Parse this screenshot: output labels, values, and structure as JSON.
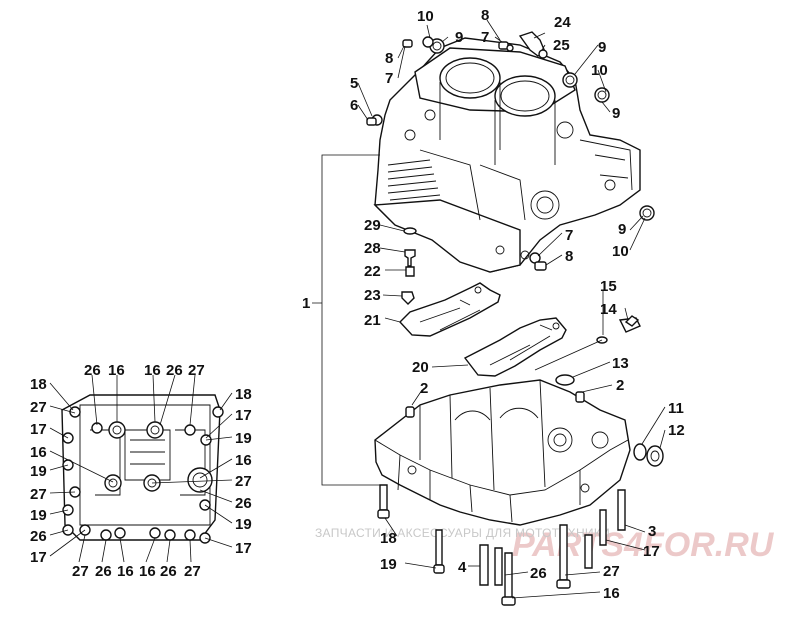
{
  "diagram": {
    "watermark": {
      "caption": "ЗАПЧАСТИ И АКСЕССУАРЫ ДЛЯ МОТОТЕХНИКИ",
      "brand": "PARTS4FOR.RU"
    },
    "callouts": {
      "c10a": "10",
      "c8a": "8",
      "c24": "24",
      "c9a": "9",
      "c7a": "7",
      "c25": "25",
      "c8b": "8",
      "c7b": "7",
      "c9b": "9",
      "c10b": "10",
      "c5": "5",
      "c6": "6",
      "c9c": "9",
      "c9d": "9",
      "c10c": "10",
      "c29": "29",
      "c7c": "7",
      "c28": "28",
      "c8c": "8",
      "c22": "22",
      "c23": "23",
      "c15": "15",
      "c14": "14",
      "c1": "1",
      "c21": "21",
      "c20": "20",
      "c13": "13",
      "c2a": "2",
      "c2b": "2",
      "c11": "11",
      "c12": "12",
      "c18a": "18",
      "c19a": "19",
      "c4": "4",
      "c26a": "26",
      "c27a": "27",
      "c16a": "16",
      "c3": "3",
      "c17a": "17",
      "l18a": "18",
      "l26a": "26",
      "l16a": "16",
      "l16b": "16",
      "l26b": "26",
      "l27a": "27",
      "l18b": "18",
      "l27b": "27",
      "l17a": "17",
      "l17b": "17",
      "l16c": "16",
      "l19a": "19",
      "l19b": "19",
      "l16d": "16",
      "l27c": "27",
      "l27d": "27",
      "l26c": "26",
      "l19c": "19",
      "l19d": "19",
      "l26d": "26",
      "l17c": "17",
      "l17d": "17",
      "l27e": "27",
      "l26e": "26",
      "l16e": "16",
      "l16f": "16",
      "l26f": "26",
      "l27f": "27"
    }
  }
}
